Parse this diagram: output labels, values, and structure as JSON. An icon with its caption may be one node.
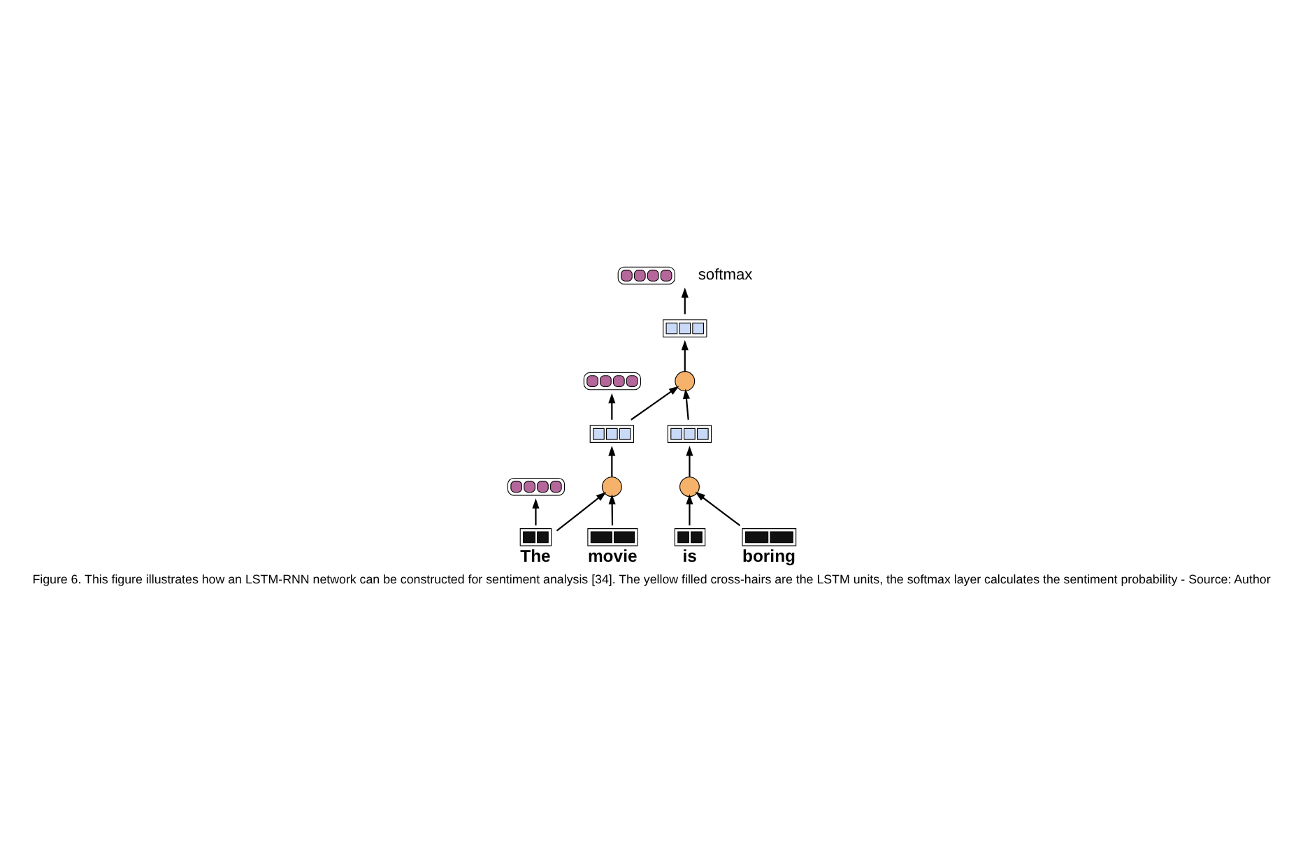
{
  "diagram": {
    "caption": "Figure 6. This figure illustrates how an LSTM-RNN network can be constructed for sentiment analysis [34]. The yellow filled cross-hairs are the LSTM units, the softmax layer calculates the sentiment probability - Source: Author",
    "nodes": [
      {
        "text": [],
        "shape": "bar",
        "beside": [
          "softmax"
        ]
      },
      {
        "text": [],
        "shape": "box"
      },
      {
        "text": [],
        "shape": "bar"
      },
      {
        "text": [],
        "shape": "circle"
      },
      {
        "text": [],
        "shape": "box"
      },
      {
        "text": [],
        "shape": "box"
      },
      {
        "text": [],
        "shape": "bar"
      },
      {
        "text": [],
        "shape": "circle"
      },
      {
        "text": [],
        "shape": "circle"
      },
      {
        "text": [],
        "shape": "box",
        "beside": [
          "The"
        ]
      },
      {
        "text": [],
        "shape": "box",
        "beside": [
          "movie"
        ]
      },
      {
        "text": [],
        "shape": "box",
        "beside": [
          "is"
        ]
      },
      {
        "text": [],
        "shape": "box",
        "beside": [
          "boring"
        ]
      }
    ],
    "edges": [
      {
        "from": 3,
        "to": 1,
        "arrow": "to"
      },
      {
        "from": 1,
        "to": 0,
        "arrow": "to"
      },
      {
        "from": 4,
        "to": 3,
        "arrow": "to"
      },
      {
        "from": 5,
        "to": 3,
        "arrow": "to"
      },
      {
        "from": 4,
        "to": 2,
        "arrow": "to"
      },
      {
        "from": 7,
        "to": 4,
        "arrow": "to"
      },
      {
        "from": 8,
        "to": 5,
        "arrow": "to"
      },
      {
        "from": 9,
        "to": 6,
        "arrow": "to"
      },
      {
        "from": 9,
        "to": 7,
        "arrow": "to"
      },
      {
        "from": 10,
        "to": 7,
        "arrow": "to"
      },
      {
        "from": 11,
        "to": 8,
        "arrow": "to"
      },
      {
        "from": 12,
        "to": 8,
        "arrow": "to"
      }
    ]
  }
}
